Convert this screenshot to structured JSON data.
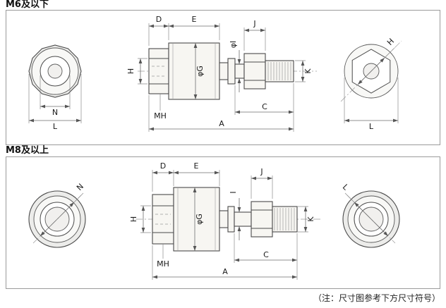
{
  "page": {
    "note": "（注：尺寸图参考下方尺寸符号）"
  },
  "sections": [
    {
      "title": "M6及以下",
      "front_left": {
        "dim_n": "N",
        "dim_l": "L"
      },
      "side": {
        "dim_d": "D",
        "dim_e": "E",
        "dim_j": "J",
        "dim_i": "φI",
        "dim_h": "H",
        "dim_g": "φG",
        "dim_k": "K",
        "dim_c": "C",
        "dim_a": "A",
        "dim_mh": "MH"
      },
      "front_right": {
        "dim_h": "H",
        "dim_l": "L"
      }
    },
    {
      "title": "M8及以上",
      "front_left": {
        "dim_n": "N"
      },
      "side": {
        "dim_d": "D",
        "dim_e": "E",
        "dim_j": "J",
        "dim_i": "I",
        "dim_h": "H",
        "dim_g": "φG",
        "dim_k": "K",
        "dim_c": "C",
        "dim_a": "A",
        "dim_mh": "MH"
      },
      "front_right": {
        "dim_l": "L"
      }
    }
  ]
}
